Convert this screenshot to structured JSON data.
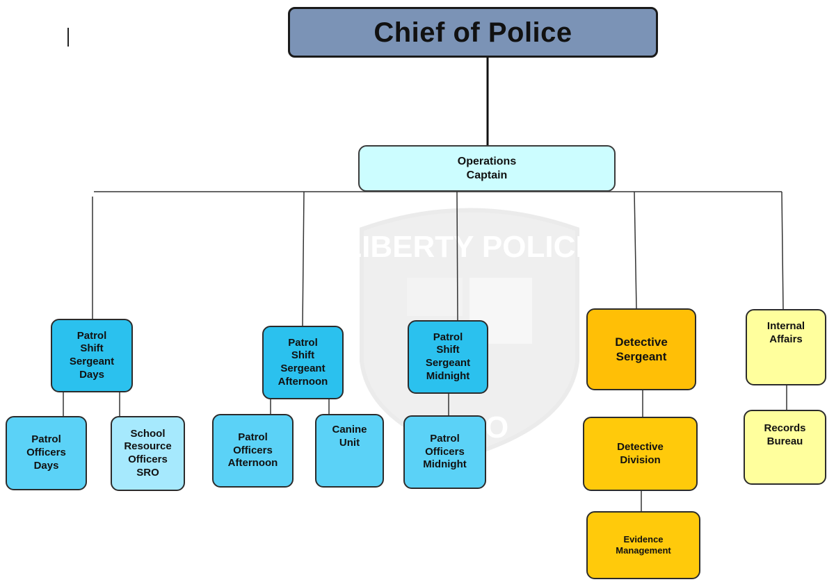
{
  "watermark": {
    "text": "LIBERTY POLICE",
    "state": "OHIO"
  },
  "nodes": {
    "chief": "Chief of Police",
    "captain": "Operations\nCaptain",
    "sgt_days": "Patrol\nShift\nSergeant\nDays",
    "sgt_afternoon": "Patrol\nShift\nSergeant\nAfternoon",
    "sgt_midnight": "Patrol\nShift\nSergeant\nMidnight",
    "officers_days": "Patrol\nOfficers\nDays",
    "sro": "School\nResource\nOfficers\nSRO",
    "officers_afternoon": "Patrol\nOfficers\nAfternoon",
    "canine": "Canine\nUnit",
    "officers_midnight": "Patrol\nOfficers\nMidnight",
    "detective_sergeant": "Detective\nSergeant",
    "detective_division": "Detective\nDivision",
    "evidence": "Evidence\nManagement",
    "internal_affairs": "Internal\nAffairs",
    "records": "Records\nBureau"
  },
  "colors": {
    "chief": "#7b93b6",
    "captain": "#ccfdff",
    "patrol_sergeant": "#2bc1ee",
    "patrol_officers": "#5bd2f7",
    "sro": "#a6e9fd",
    "detective_sergeant": "#ffbf06",
    "detective": "#ffca0b",
    "internal_affairs": "#ffff9d"
  }
}
